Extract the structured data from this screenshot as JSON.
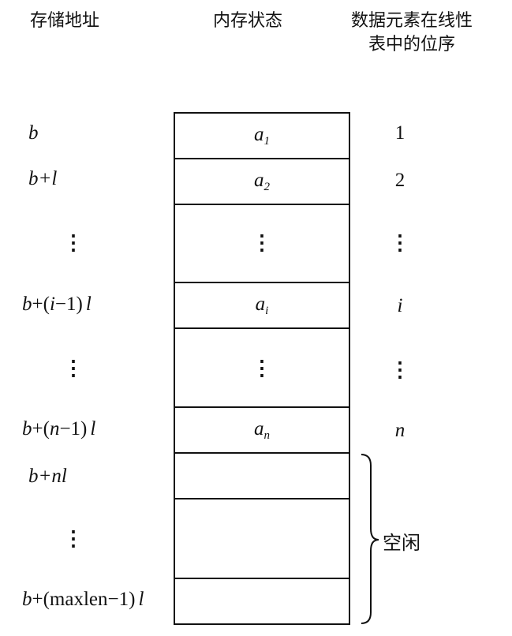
{
  "headers": {
    "address": "存储地址",
    "memory": "内存状态",
    "order_line1": "数据元素在线性",
    "order_line2": "表中的位序"
  },
  "rows": [
    {
      "address_pre": "b",
      "address_mid": "",
      "address_post": "",
      "cell_var": "a",
      "cell_sub": "1",
      "order": "1"
    },
    {
      "address_pre": "b+l",
      "address_mid": "",
      "address_post": "",
      "cell_var": "a",
      "cell_sub": "2",
      "order": "2"
    },
    {
      "address_pre": "b",
      "address_mid": "+(",
      "address_post": "i",
      "address_mid2": "−1)",
      "address_end": "l",
      "cell_var": "a",
      "cell_sub": "i",
      "order": "i"
    },
    {
      "address_pre": "b",
      "address_mid": "+(",
      "address_post": "n",
      "address_mid2": "−1)",
      "address_end": "l",
      "cell_var": "a",
      "cell_sub": "n",
      "order": "n"
    },
    {
      "address_pre": "b+nl",
      "address_mid": "",
      "address_post": "",
      "cell_var": "",
      "cell_sub": "",
      "order": ""
    },
    {
      "address_pre": "b",
      "address_mid": "+(maxlen−1)",
      "address_post": "l",
      "cell_var": "",
      "cell_sub": "",
      "order": ""
    }
  ],
  "ellipsis": "⋮",
  "free_label": "空闲"
}
